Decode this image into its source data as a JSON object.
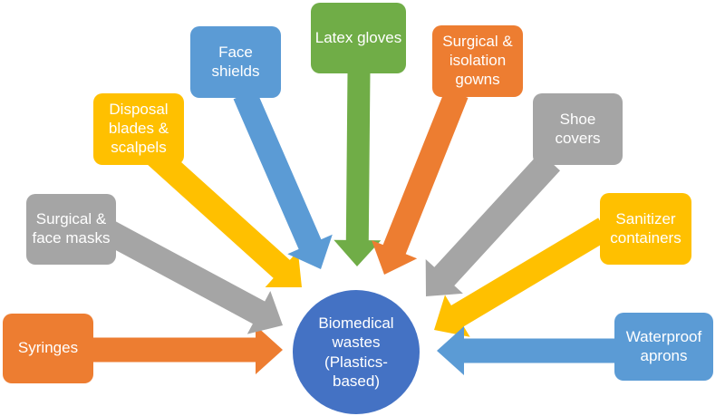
{
  "colors": {
    "orange": "#ED7D31",
    "gray": "#A5A5A5",
    "gold": "#FFC000",
    "blue": "#5B9BD5",
    "green": "#70AD47",
    "center_blue": "#4472C4",
    "label_text": "#FFFFFF"
  },
  "center": {
    "label": [
      "Biomedical",
      "wastes",
      "(Plastics-",
      "based)"
    ]
  },
  "sources": [
    {
      "id": "syringes",
      "label": "Syringes",
      "color": "orange"
    },
    {
      "id": "surgical-face-masks",
      "label": "Surgical & face masks",
      "color": "gray"
    },
    {
      "id": "disposal-blades-scalpels",
      "label": "Disposal blades & scalpels",
      "color": "gold"
    },
    {
      "id": "face-shields",
      "label": "Face shields",
      "color": "blue"
    },
    {
      "id": "latex-gloves",
      "label": "Latex gloves",
      "color": "green"
    },
    {
      "id": "surgical-isolation-gowns",
      "label": "Surgical & isolation gowns",
      "color": "orange"
    },
    {
      "id": "shoe-covers",
      "label": "Shoe covers",
      "color": "gray"
    },
    {
      "id": "sanitizer-containers",
      "label": "Sanitizer containers",
      "color": "gold"
    },
    {
      "id": "waterproof-aprons",
      "label": "Waterproof aprons",
      "color": "blue"
    }
  ]
}
